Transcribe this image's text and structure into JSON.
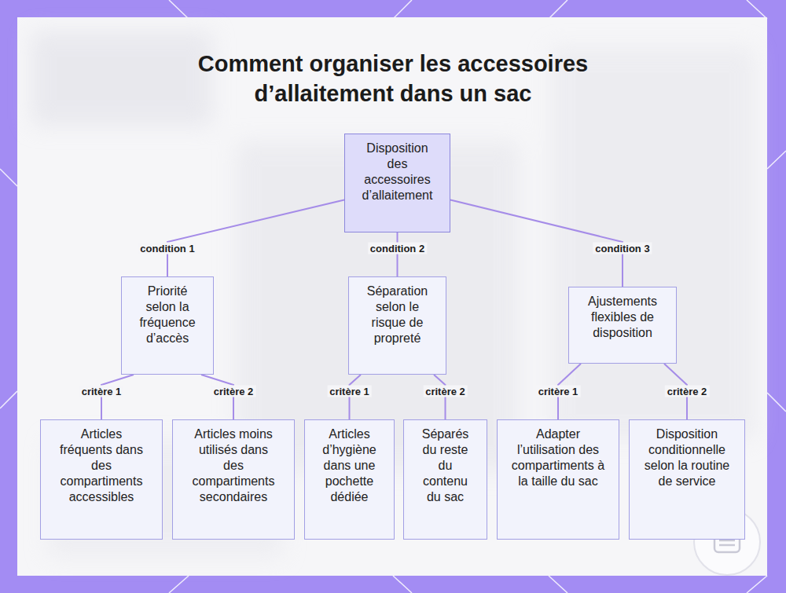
{
  "diagram": {
    "title": "Comment organiser les accessoires d’allaitement dans un sac",
    "nodes": [
      {
        "text": [
          "Disposition des accessoires d’allaitement"
        ]
      },
      {
        "text": [
          "Priorité selon la fréquence d’accès"
        ]
      },
      {
        "text": [
          "Séparation selon le risque de propreté"
        ]
      },
      {
        "text": [
          "Ajustements flexibles de disposition"
        ]
      },
      {
        "text": [
          "Articles fréquents dans des compartiments accessibles"
        ]
      },
      {
        "text": [
          "Articles moins utilisés dans des compartiments secondaires"
        ]
      },
      {
        "text": [
          "Articles d’hygiène dans une pochette dédiée"
        ]
      },
      {
        "text": [
          "Séparés du reste du contenu du sac"
        ]
      },
      {
        "text": [
          "Adapter l’utilisation des compartiments à la taille du sac"
        ]
      },
      {
        "text": [
          "Disposition conditionnelle selon la routine de service"
        ]
      }
    ],
    "edges": [
      {
        "from": 0,
        "to": 1,
        "arrow": "none",
        "label": "condition 1"
      },
      {
        "from": 0,
        "to": 2,
        "arrow": "none",
        "label": "condition 2"
      },
      {
        "from": 0,
        "to": 3,
        "arrow": "none",
        "label": "condition 3"
      },
      {
        "from": 1,
        "to": 4,
        "arrow": "none",
        "label": "critère 1"
      },
      {
        "from": 1,
        "to": 5,
        "arrow": "none",
        "label": "critère 2"
      },
      {
        "from": 2,
        "to": 6,
        "arrow": "none",
        "label": "critère 1"
      },
      {
        "from": 2,
        "to": 7,
        "arrow": "none",
        "label": "critère 2"
      },
      {
        "from": 3,
        "to": 8,
        "arrow": "none",
        "label": "critère 1"
      },
      {
        "from": 3,
        "to": 9,
        "arrow": "none",
        "label": "critère 2"
      }
    ]
  }
}
